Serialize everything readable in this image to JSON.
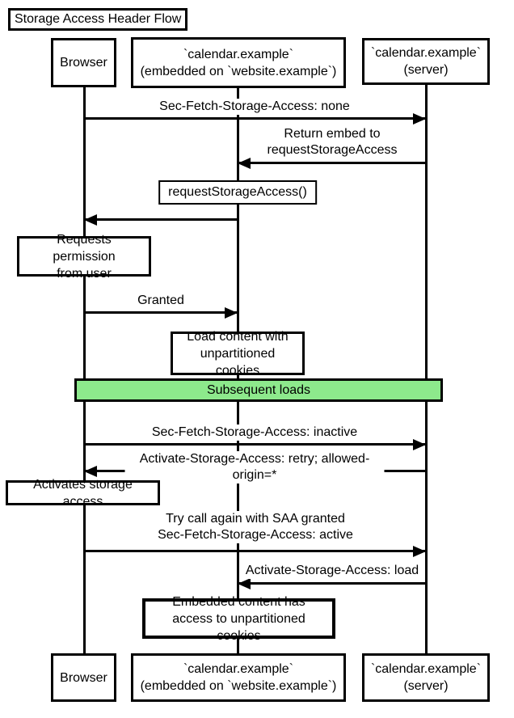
{
  "title": "Storage Access Header Flow",
  "participants": {
    "browser": {
      "label": "Browser"
    },
    "embed": {
      "label": "`calendar.example`\n(embedded on `website.example`)"
    },
    "server": {
      "label": "`calendar.example`\n(server)"
    }
  },
  "messages": {
    "m1": {
      "label": "Sec-Fetch-Storage-Access: none",
      "from": "browser",
      "to": "server"
    },
    "m2": {
      "label": "Return embed to\nrequestStorageAccess",
      "from": "server",
      "to": "embed"
    },
    "m3": {
      "label": "requestStorageAccess()",
      "from": "embed",
      "to": "browser"
    },
    "m4": {
      "label": "Granted",
      "from": "browser",
      "to": "embed"
    },
    "m5": {
      "label": "Sec-Fetch-Storage-Access: inactive",
      "from": "browser",
      "to": "server"
    },
    "m6": {
      "label": "Activate-Storage-Access: retry; allowed-origin=*",
      "from": "server",
      "to": "browser"
    },
    "m7": {
      "label": "Try call again with SAA granted\nSec-Fetch-Storage-Access: active",
      "from": "browser",
      "to": "server"
    },
    "m8": {
      "label": "Activate-Storage-Access: load",
      "from": "server",
      "to": "embed"
    }
  },
  "notes": {
    "request_permission": {
      "label": "Requests permission\nfrom user"
    },
    "load_content": {
      "label": "Load content with\nunpartitioned cookies"
    },
    "activates_storage": {
      "label": "Activates storage access"
    },
    "embedded_access": {
      "label": "Embedded content has\naccess to unpartitioned cookies"
    }
  },
  "divider": {
    "label": "Subsequent loads",
    "color": "#8de98c"
  }
}
